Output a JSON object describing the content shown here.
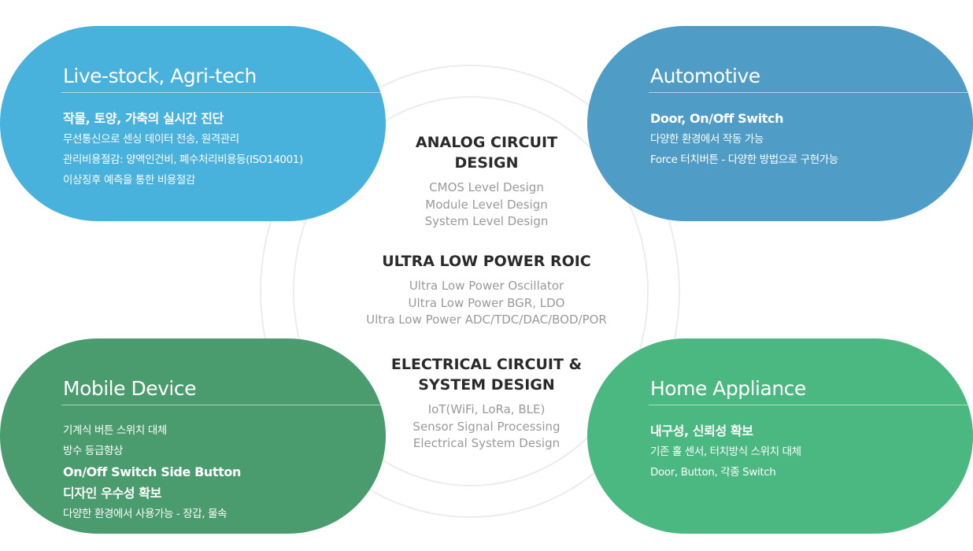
{
  "center": {
    "analog": {
      "title": "ANALOG CIRCUIT\nDESIGN",
      "items": [
        "CMOS Level Design",
        "Module Level Design",
        "System Level Design"
      ]
    },
    "roic": {
      "title": "ULTRA LOW POWER ROIC",
      "items": [
        "Ultra Low Power Oscillator",
        "Ultra Low Power BGR, LDO",
        "Ultra Low Power ADC/TDC/DAC/BOD/POR"
      ]
    },
    "electrical": {
      "title": "ELECTRICAL CIRCUIT &\nSYSTEM DESIGN",
      "items": [
        "IoT(WiFi, LoRa, BLE)",
        "Sensor Signal Processing",
        "Electrical System Design"
      ]
    }
  },
  "panels": {
    "livestock": {
      "title": "Live-stock, Agri-tech",
      "color": "#48b2dd",
      "lines": [
        {
          "text": "작물, 토양, 가축의 실시간 진단",
          "bold": true
        },
        {
          "text": "무선통신으로 센싱 데이터 전송, 원격관리",
          "bold": false
        },
        {
          "text": "관리비용절감: 양액인건비, 폐수처리비용등(ISO14001)",
          "bold": false
        },
        {
          "text": "이상징후 예측을 통한 비용절감",
          "bold": false
        }
      ]
    },
    "automotive": {
      "title": "Automotive",
      "color": "#4f9dc7",
      "lines": [
        {
          "text": "Door, On/Off Switch",
          "bold": true
        },
        {
          "text": "다양한 환경에서 작동 가능",
          "bold": false
        },
        {
          "text": "Force 터치버튼 - 다양한 방법으로 구현가능",
          "bold": false
        }
      ]
    },
    "mobile": {
      "title": "Mobile Device",
      "color": "#4a9b6e",
      "lines": [
        {
          "text": "기계식 버튼 스위치 대체",
          "bold": false
        },
        {
          "text": "방수 등급향상",
          "bold": false
        },
        {
          "text": "On/Off Switch Side Button",
          "bold": true
        },
        {
          "text": "디자인 우수성 확보",
          "bold": true
        },
        {
          "text": "다양한 환경에서 사용가능 - 장갑, 물속",
          "bold": false
        }
      ]
    },
    "home": {
      "title": "Home Appliance",
      "color": "#4ab880",
      "lines": [
        {
          "text": "내구성, 신뢰성 확보",
          "bold": true
        },
        {
          "text": "기존 홀 센서, 터치방식 스위치 대체",
          "bold": false
        },
        {
          "text": "Door, Button, 각종 Switch",
          "bold": false
        }
      ]
    }
  }
}
